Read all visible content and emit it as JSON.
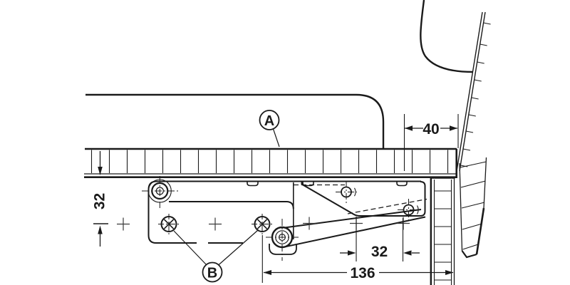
{
  "diagram": {
    "type": "technical-installation-drawing",
    "background": "#ffffff",
    "ink_color": "#1a1a1a",
    "labels": {
      "part_a": "A",
      "part_b": "B"
    },
    "dimensions": {
      "front_offset": "40",
      "panel_vertical": "32",
      "hole_spacing": "32",
      "mounting_length": "136"
    }
  }
}
